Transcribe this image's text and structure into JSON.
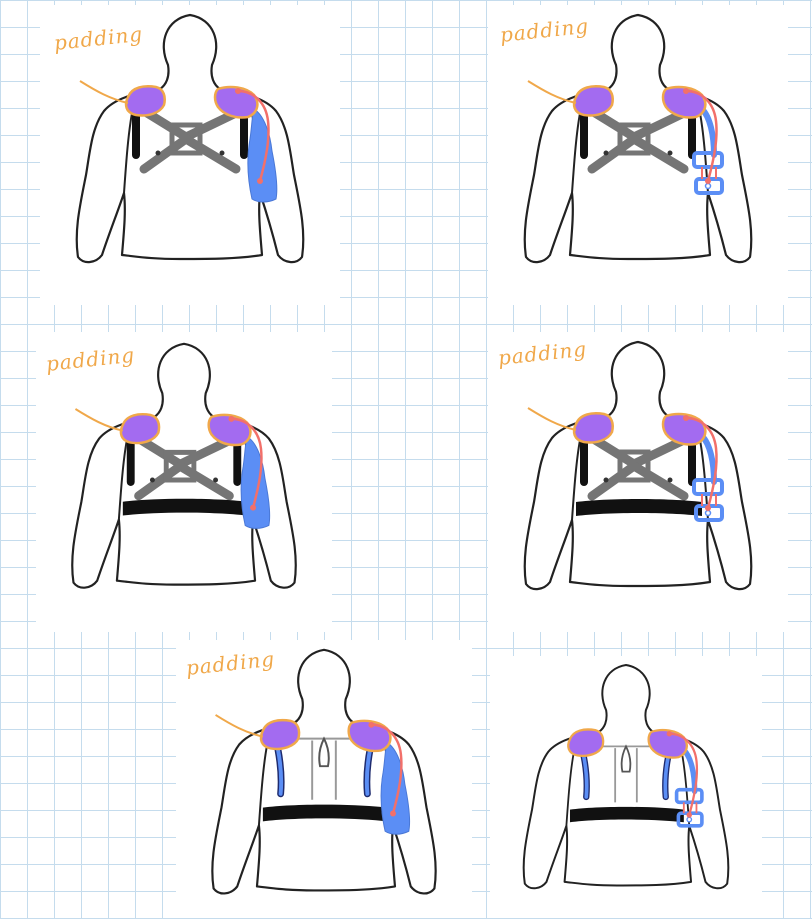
{
  "labels": {
    "padding": "padding"
  },
  "colors": {
    "padding": "#a36bf0",
    "padding_outline": "#f0a84a",
    "arm_strap": "#5b8ef5",
    "elastic": "#f2706a",
    "harness": "#757575",
    "band": "#111111",
    "grid": "#c5dced"
  },
  "panels": [
    {
      "id": "panel-1",
      "view": "front",
      "has_label": true,
      "has_band": false,
      "arm_wrap": "solid"
    },
    {
      "id": "panel-2",
      "view": "front",
      "has_label": true,
      "has_band": false,
      "arm_wrap": "cuff"
    },
    {
      "id": "panel-3",
      "view": "front",
      "has_label": true,
      "has_band": true,
      "arm_wrap": "solid"
    },
    {
      "id": "panel-4",
      "view": "front",
      "has_label": true,
      "has_band": true,
      "arm_wrap": "cuff"
    },
    {
      "id": "panel-5",
      "view": "back",
      "has_label": true,
      "has_band": true,
      "arm_wrap": "solid"
    },
    {
      "id": "panel-6",
      "view": "back",
      "has_label": false,
      "has_band": true,
      "arm_wrap": "cuff"
    }
  ]
}
